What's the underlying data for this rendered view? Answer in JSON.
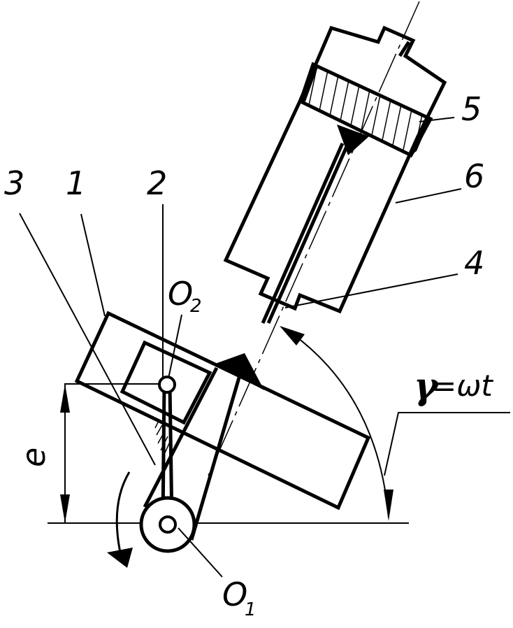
{
  "labels": {
    "part_1": "1",
    "part_2": "2",
    "part_3": "3",
    "part_4": "4",
    "part_5": "5",
    "part_6": "6",
    "eccentricity": "e",
    "point_o1": "O",
    "point_o1_sub": "1",
    "point_o2": "O",
    "point_o2_sub": "2",
    "angle_symbol": "γ",
    "angle_equation": "=ωt"
  },
  "colors": {
    "stroke": "#000000",
    "background": "#ffffff"
  }
}
